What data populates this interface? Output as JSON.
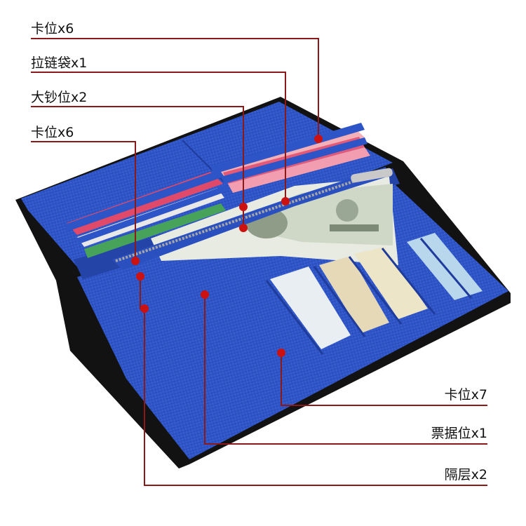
{
  "image": {
    "subject": "blue-wallet-photo",
    "wallet_color": "#2f55c8",
    "wallet_dark": "#1c3a9a",
    "lining_color": "#2a4fbf",
    "edge_color": "#111111",
    "cash_color": "#cfd8c6",
    "zipper_color": "#9a9a9a"
  },
  "callout_line_color": "#8a1a1a",
  "callout_dot_color": "#cc1111",
  "callouts": [
    {
      "label": "卡位x6"
    },
    {
      "label": "拉链袋x1"
    },
    {
      "label": "大钞位x2"
    },
    {
      "label": "卡位x6"
    },
    {
      "label": "卡位x7"
    },
    {
      "label": "票据位x1"
    },
    {
      "label": "隔层x2"
    }
  ]
}
